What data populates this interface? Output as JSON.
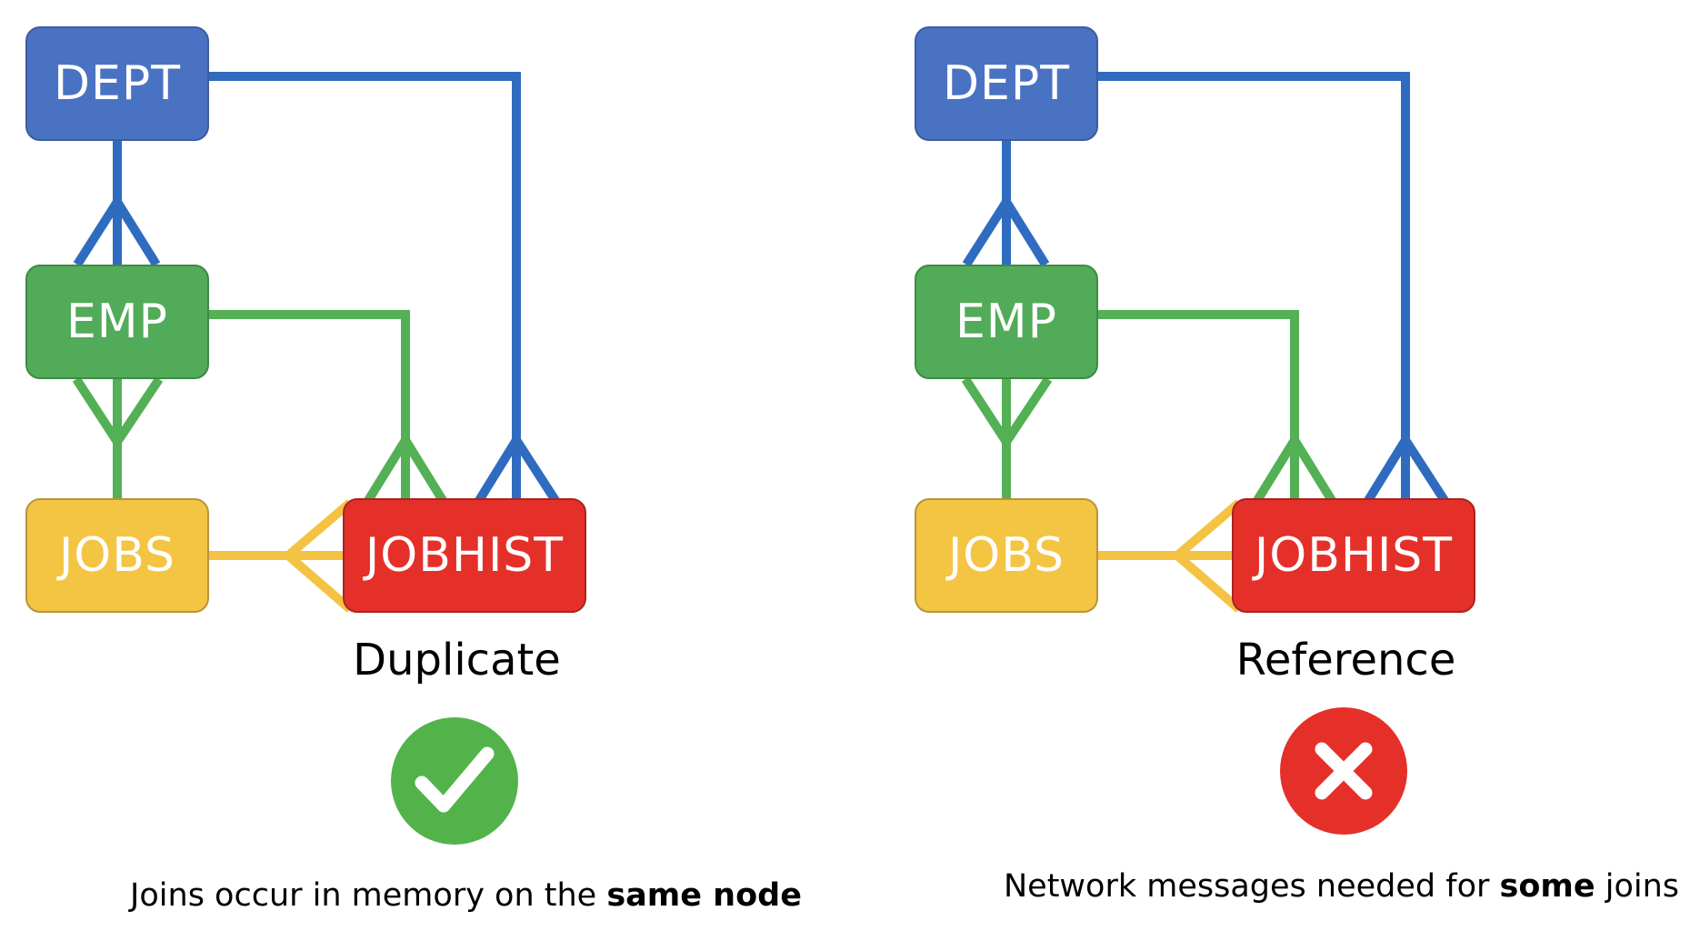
{
  "diagrams": [
    {
      "entities": {
        "dept": "DEPT",
        "emp": "EMP",
        "jobs": "JOBS",
        "jobhist": "JOBHIST"
      },
      "title": "Duplicate",
      "status_icon": "check-circle-icon",
      "status_color": "#52b34a",
      "note": {
        "prefix": "Joins occur in memory on the ",
        "bold": "same node",
        "suffix": ""
      }
    },
    {
      "entities": {
        "dept": "DEPT",
        "emp": "EMP",
        "jobs": "JOBS",
        "jobhist": "JOBHIST"
      },
      "title": "Reference",
      "status_icon": "x-circle-icon",
      "status_color": "#e5302a",
      "note": {
        "prefix": "Network messages needed for ",
        "bold": "some",
        "suffix": " joins"
      }
    }
  ],
  "colors": {
    "dept": "#4a72c3",
    "dept_line": "#2f6cc0",
    "emp": "#52ab58",
    "emp_line": "#53b055",
    "jobs": "#f4c443",
    "jobs_line": "#f5c343",
    "jobhist": "#e5302a"
  }
}
